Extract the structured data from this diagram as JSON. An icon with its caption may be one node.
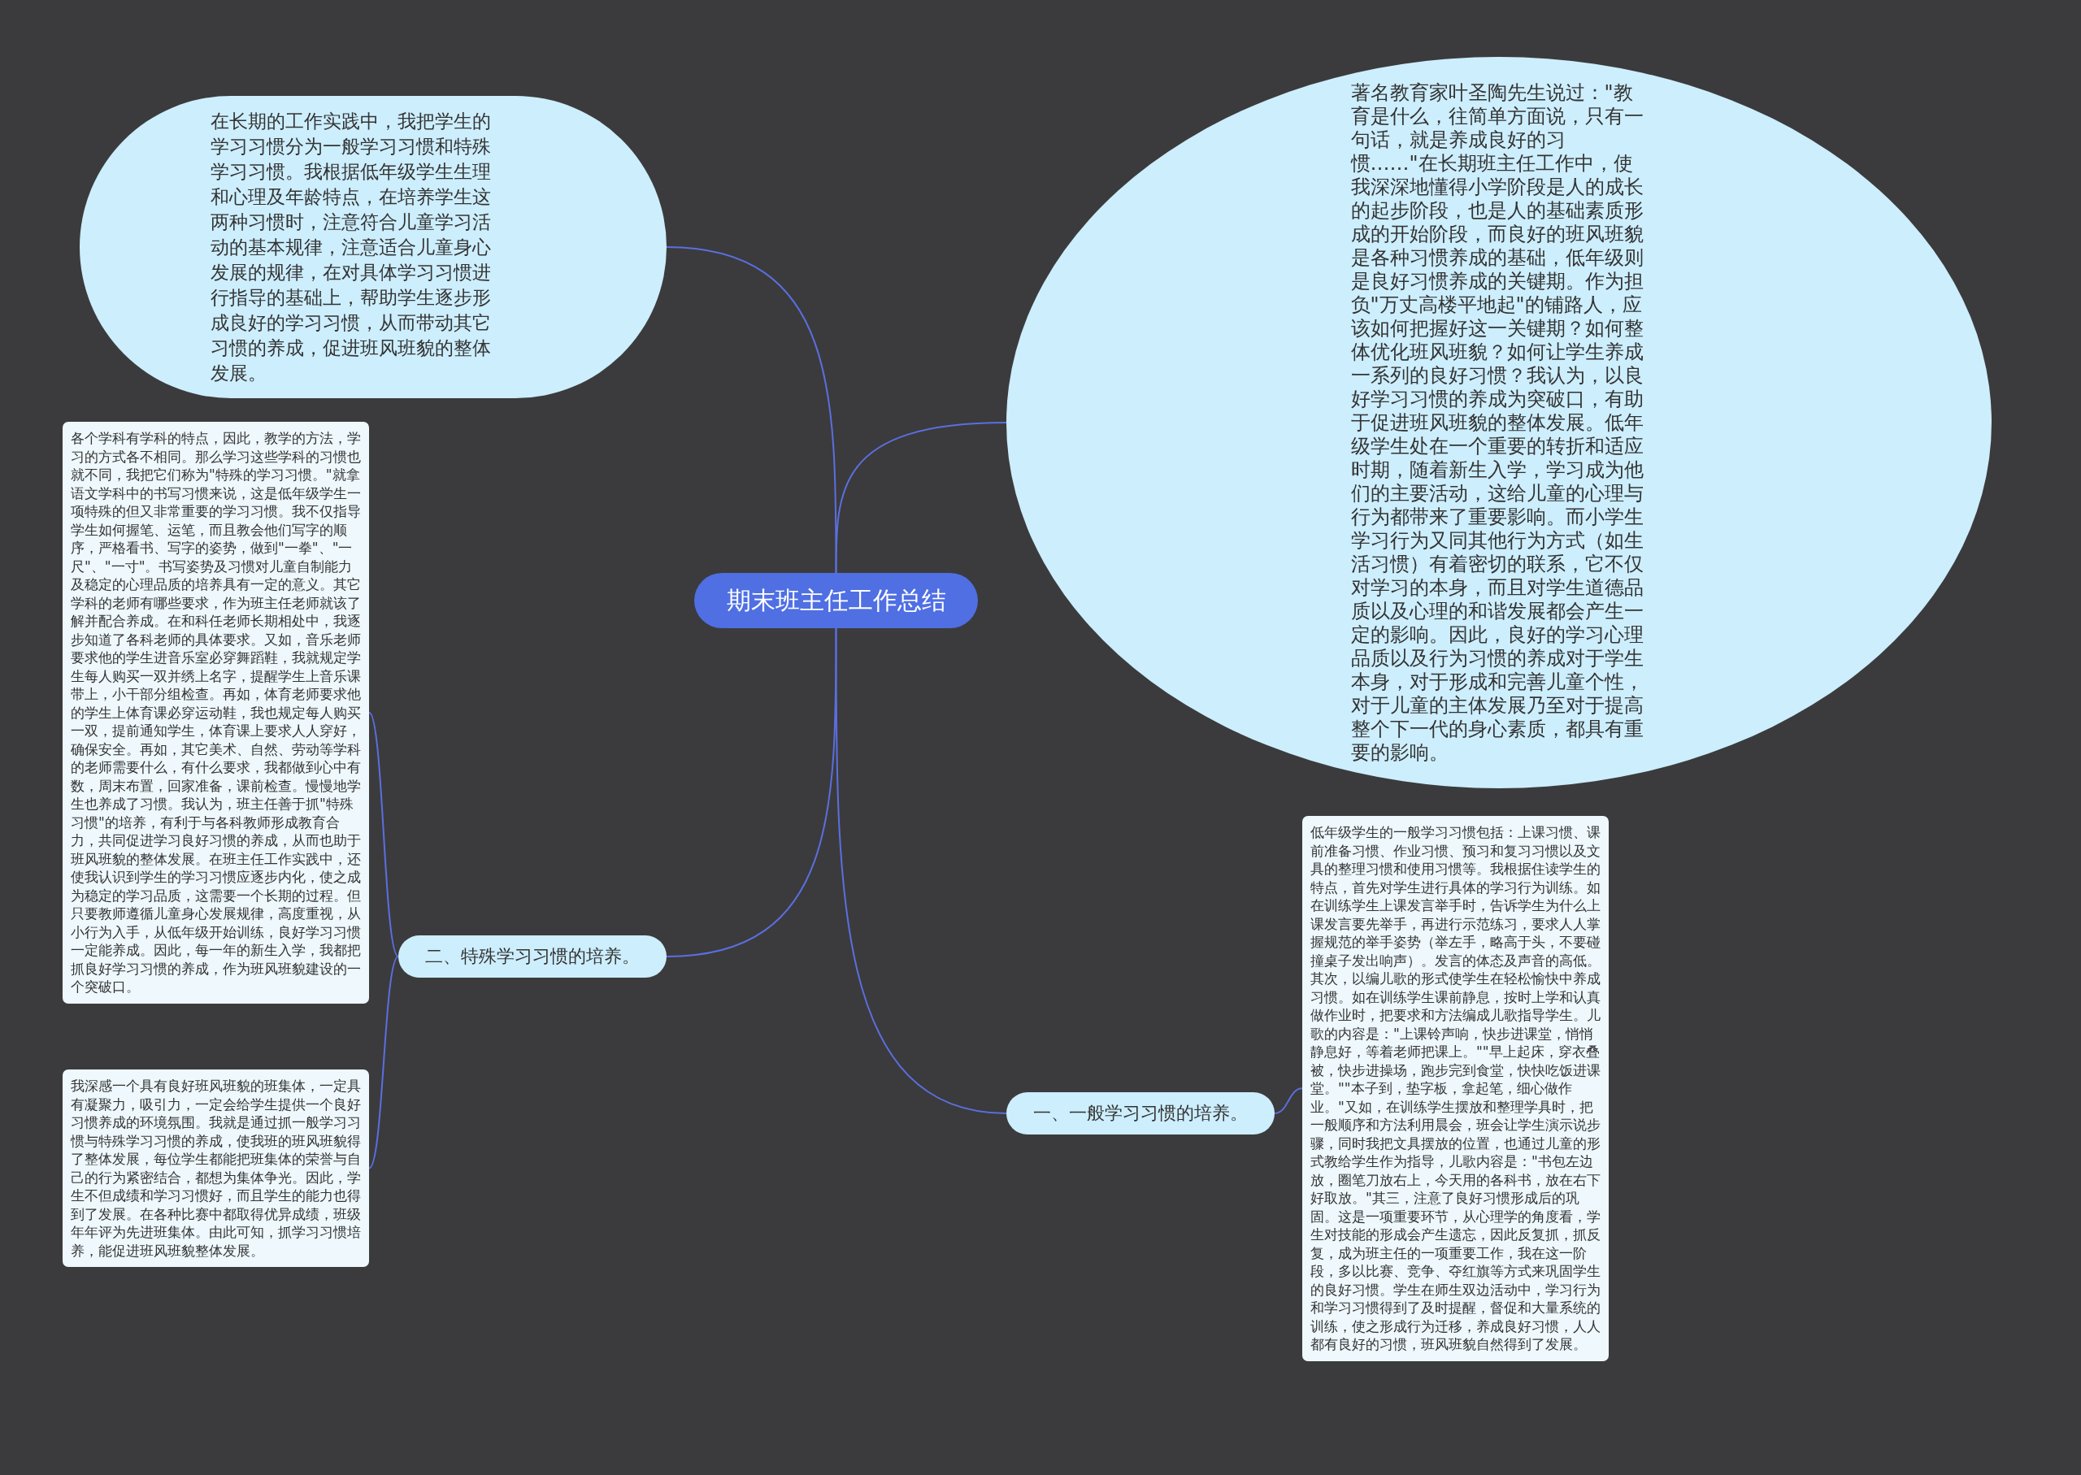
{
  "diagram": {
    "nodes": [
      {
        "text": [
          "期末班主任工作总结"
        ]
      },
      {
        "text": [
          "在长期的工作实践中，我把学生的学习习惯分为一般学习习惯和特殊学习习惯。我根据低年级学生生理和心理及年龄特点，在培养学生这两种习惯时，注意符合儿童学习活动的基本规律，注意适合儿童身心发展的规律，在对具体学习习惯进行指导的基础上，帮助学生逐步形成良好的学习习惯，从而带动其它习惯的养成，促进班风班貌的整体发展。"
        ]
      },
      {
        "text": [
          "著名教育家叶圣陶先生说过：\"教育是什么，往简单方面说，只有一句话，就是养成良好的习惯……\"在长期班主任工作中，使我深深地懂得小学阶段是人的成长的起步阶段，也是人的基础素质形成的开始阶段，而良好的班风班貌是各种习惯养成的基础，低年级则是良好习惯养成的关键期。作为担负\"万丈高楼平地起\"的铺路人，应该如何把握好这一关键期？如何整体优化班风班貌？如何让学生养成一系列的良好习惯？我认为，以良好学习习惯的养成为突破口，有助于促进班风班貌的整体发展。低年级学生处在一个重要的转折和适应时期，随着新生入学，学习成为他们的主要活动，这给儿童的心理与行为都带来了重要影响。而小学生学习行为又同其他行为方式（如生活习惯）有着密切的联系，它不仅对学习的本身，而且对学生道德品质以及心理的和谐发展都会产生一定的影响。因此，良好的学习心理品质以及行为习惯的养成对于学生本身，对于形成和完善儿童个性，对于儿童的主体发展乃至对于提高整个下一代的身心素质，都具有重要的影响。"
        ]
      },
      {
        "text": [
          "二、特殊学习习惯的培养。"
        ]
      },
      {
        "text": [
          "各个学科有学科的特点，因此，教学的方法，学习的方式各不相同。那么学习这些学科的习惯也就不同，我把它们称为\"特殊的学习习惯。\"就拿语文学科中的书写习惯来说，这是低年级学生一项特殊的但又非常重要的学习习惯。我不仅指导学生如何握笔、运笔，而且教会他们写字的顺序，严格看书、写字的姿势，做到\"一拳\"、\"一尺\"、\"一寸\"。书写姿势及习惯对儿童自制能力及稳定的心理品质的培养具有一定的意义。其它学科的老师有哪些要求，作为班主任老师就该了解并配合养成。在和科任老师长期相处中，我逐步知道了各科老师的具体要求。又如，音乐老师要求他的学生进音乐室必穿舞蹈鞋，我就规定学生每人购买一双并绣上名字，提醒学生上音乐课带上，小干部分组检查。再如，体育老师要求他的学生上体育课必穿运动鞋，我也规定每人购买一双，提前通知学生，体育课上要求人人穿好，确保安全。再如，其它美术、自然、劳动等学科的老师需要什么，有什么要求，我都做到心中有数，周末布置，回家准备，课前检查。慢慢地学生也养成了习惯。我认为，班主任善于抓\"特殊习惯\"的培养，有利于与各科教师形成教育合力，共同促进学习良好习惯的养成，从而也助于班风班貌的整体发展。在班主任工作实践中，还使我认识到学生的学习习惯应逐步内化，使之成为稳定的学习品质，这需要一个长期的过程。但只要教师遵循儿童身心发展规律，高度重视，从小行为入手，从低年级开始训练，良好学习习惯一定能养成。因此，每一年的新生入学，我都把抓良好学习习惯的养成，作为班风班貌建设的一个突破口。"
        ]
      },
      {
        "text": [
          "我深感一个具有良好班风班貌的班集体，一定具有凝聚力，吸引力，一定会给学生提供一个良好习惯养成的环境氛围。我就是通过抓一般学习习惯与特殊学习习惯的养成，使我班的班风班貌得了整体发展，每位学生都能把班集体的荣誉与自己的行为紧密结合，都想为集体争光。因此，学生不但成绩和学习习惯好，而且学生的能力也得到了发展。在各种比赛中都取得优异成绩，班级年年评为先进班集体。由此可知，抓学习习惯培养，能促进班风班貌整体发展。"
        ]
      },
      {
        "text": [
          "一、一般学习习惯的培养。"
        ]
      },
      {
        "text": [
          "低年级学生的一般学习习惯包括：上课习惯、课前准备习惯、作业习惯、预习和复习习惯以及文具的整理习惯和使用习惯等。我根据住读学生的特点，首先对学生进行具体的学习行为训练。如在训练学生上课发言举手时，告诉学生为什么上课发言要先举手，再进行示范练习，要求人人掌握规范的举手姿势（举左手，略高于头，不要碰撞桌子发出响声）。发言的体态及声音的高低。其次，以编儿歌的形式使学生在轻松愉快中养成习惯。如在训练学生课前静息，按时上学和认真做作业时，把要求和方法编成儿歌指导学生。儿歌的内容是：\"上课铃声响，快步进课堂，悄悄静息好，等着老师把课上。\"\"早上起床，穿衣叠被，快步进操场，跑步完到食堂，快快吃饭进课堂。\"\"本子到，垫字板，拿起笔，细心做作业。\"又如，在训练学生摆放和整理学具时，把一般顺序和方法利用晨会，班会让学生演示说步骤，同时我把文具摆放的位置，也通过儿童的形式教给学生作为指导，儿歌内容是：\"书包左边放，圈笔刀放右上，今天用的各科书，放在右下好取放。\"其三，注意了良好习惯形成后的巩固。这是一项重要环节，从心理学的角度看，学生对技能的形成会产生遗忘，因此反复抓，抓反复，成为班主任的一项重要工作，我在这一阶段，多以比赛、竞争、夺红旗等方式来巩固学生的良好习惯。学生在师生双边活动中，学习行为和学习习惯得到了及时提醒，督促和大量系统的训练，使之形成行为迁移，养成良好习惯，人人都有良好的习惯，班风班貌自然得到了发展。"
        ]
      }
    ],
    "edges": [
      {
        "from": 0,
        "to": 1,
        "arrow": "none"
      },
      {
        "from": 0,
        "to": 2,
        "arrow": "none"
      },
      {
        "from": 0,
        "to": 3,
        "arrow": "none"
      },
      {
        "from": 0,
        "to": 6,
        "arrow": "none"
      },
      {
        "from": 3,
        "to": 4,
        "arrow": "none"
      },
      {
        "from": 3,
        "to": 5,
        "arrow": "none"
      },
      {
        "from": 6,
        "to": 7,
        "arrow": "none"
      }
    ]
  }
}
